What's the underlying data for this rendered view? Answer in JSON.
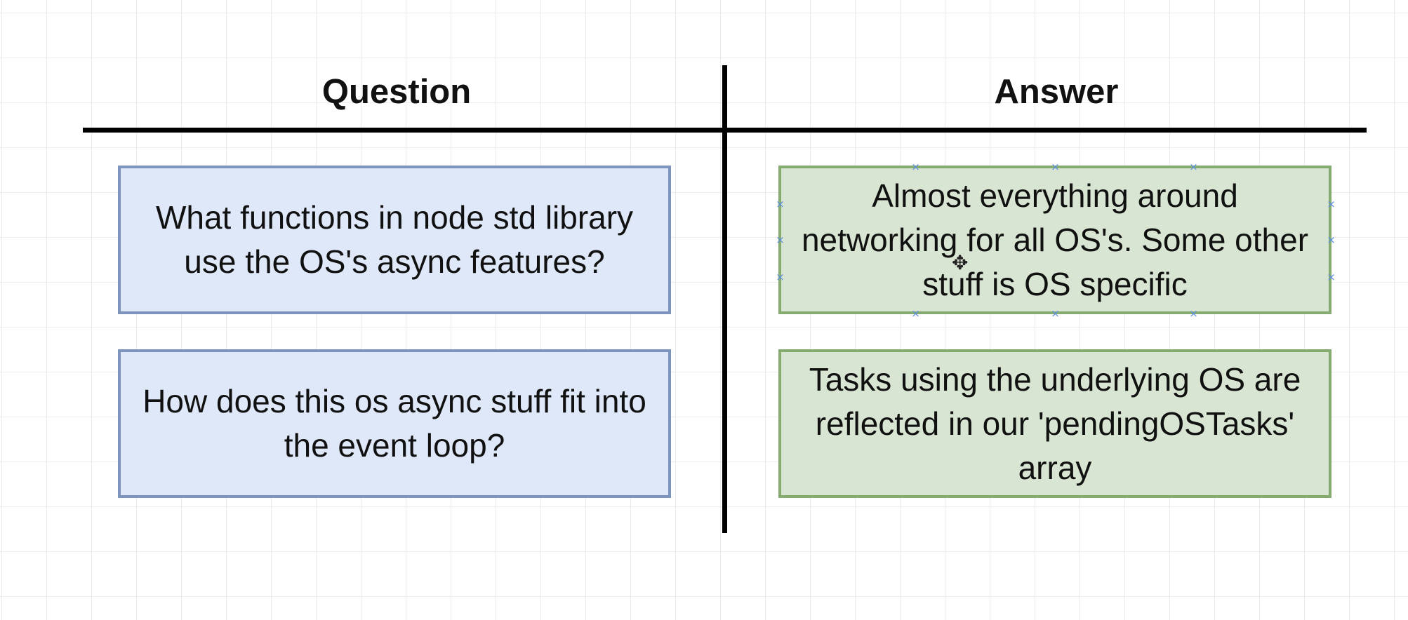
{
  "headers": {
    "question": "Question",
    "answer": "Answer"
  },
  "rows": [
    {
      "question": "What functions in node std library use the OS's async features?",
      "answer": "Almost everything around networking for all OS's.  Some other stuff is OS specific"
    },
    {
      "question": "How does this os async stuff fit into the event loop?",
      "answer": "Tasks using the underlying OS are reflected in our 'pendingOSTasks' array"
    }
  ],
  "colors": {
    "question_fill": "#dfe8f9",
    "question_border": "#7d95bd",
    "answer_fill": "#d9e5d3",
    "answer_border": "#86ab70",
    "selection_handle": "#5b8fe0"
  },
  "icons": {
    "selection_handle": "selection-handle-icon",
    "cursor": "move-cursor-icon"
  }
}
